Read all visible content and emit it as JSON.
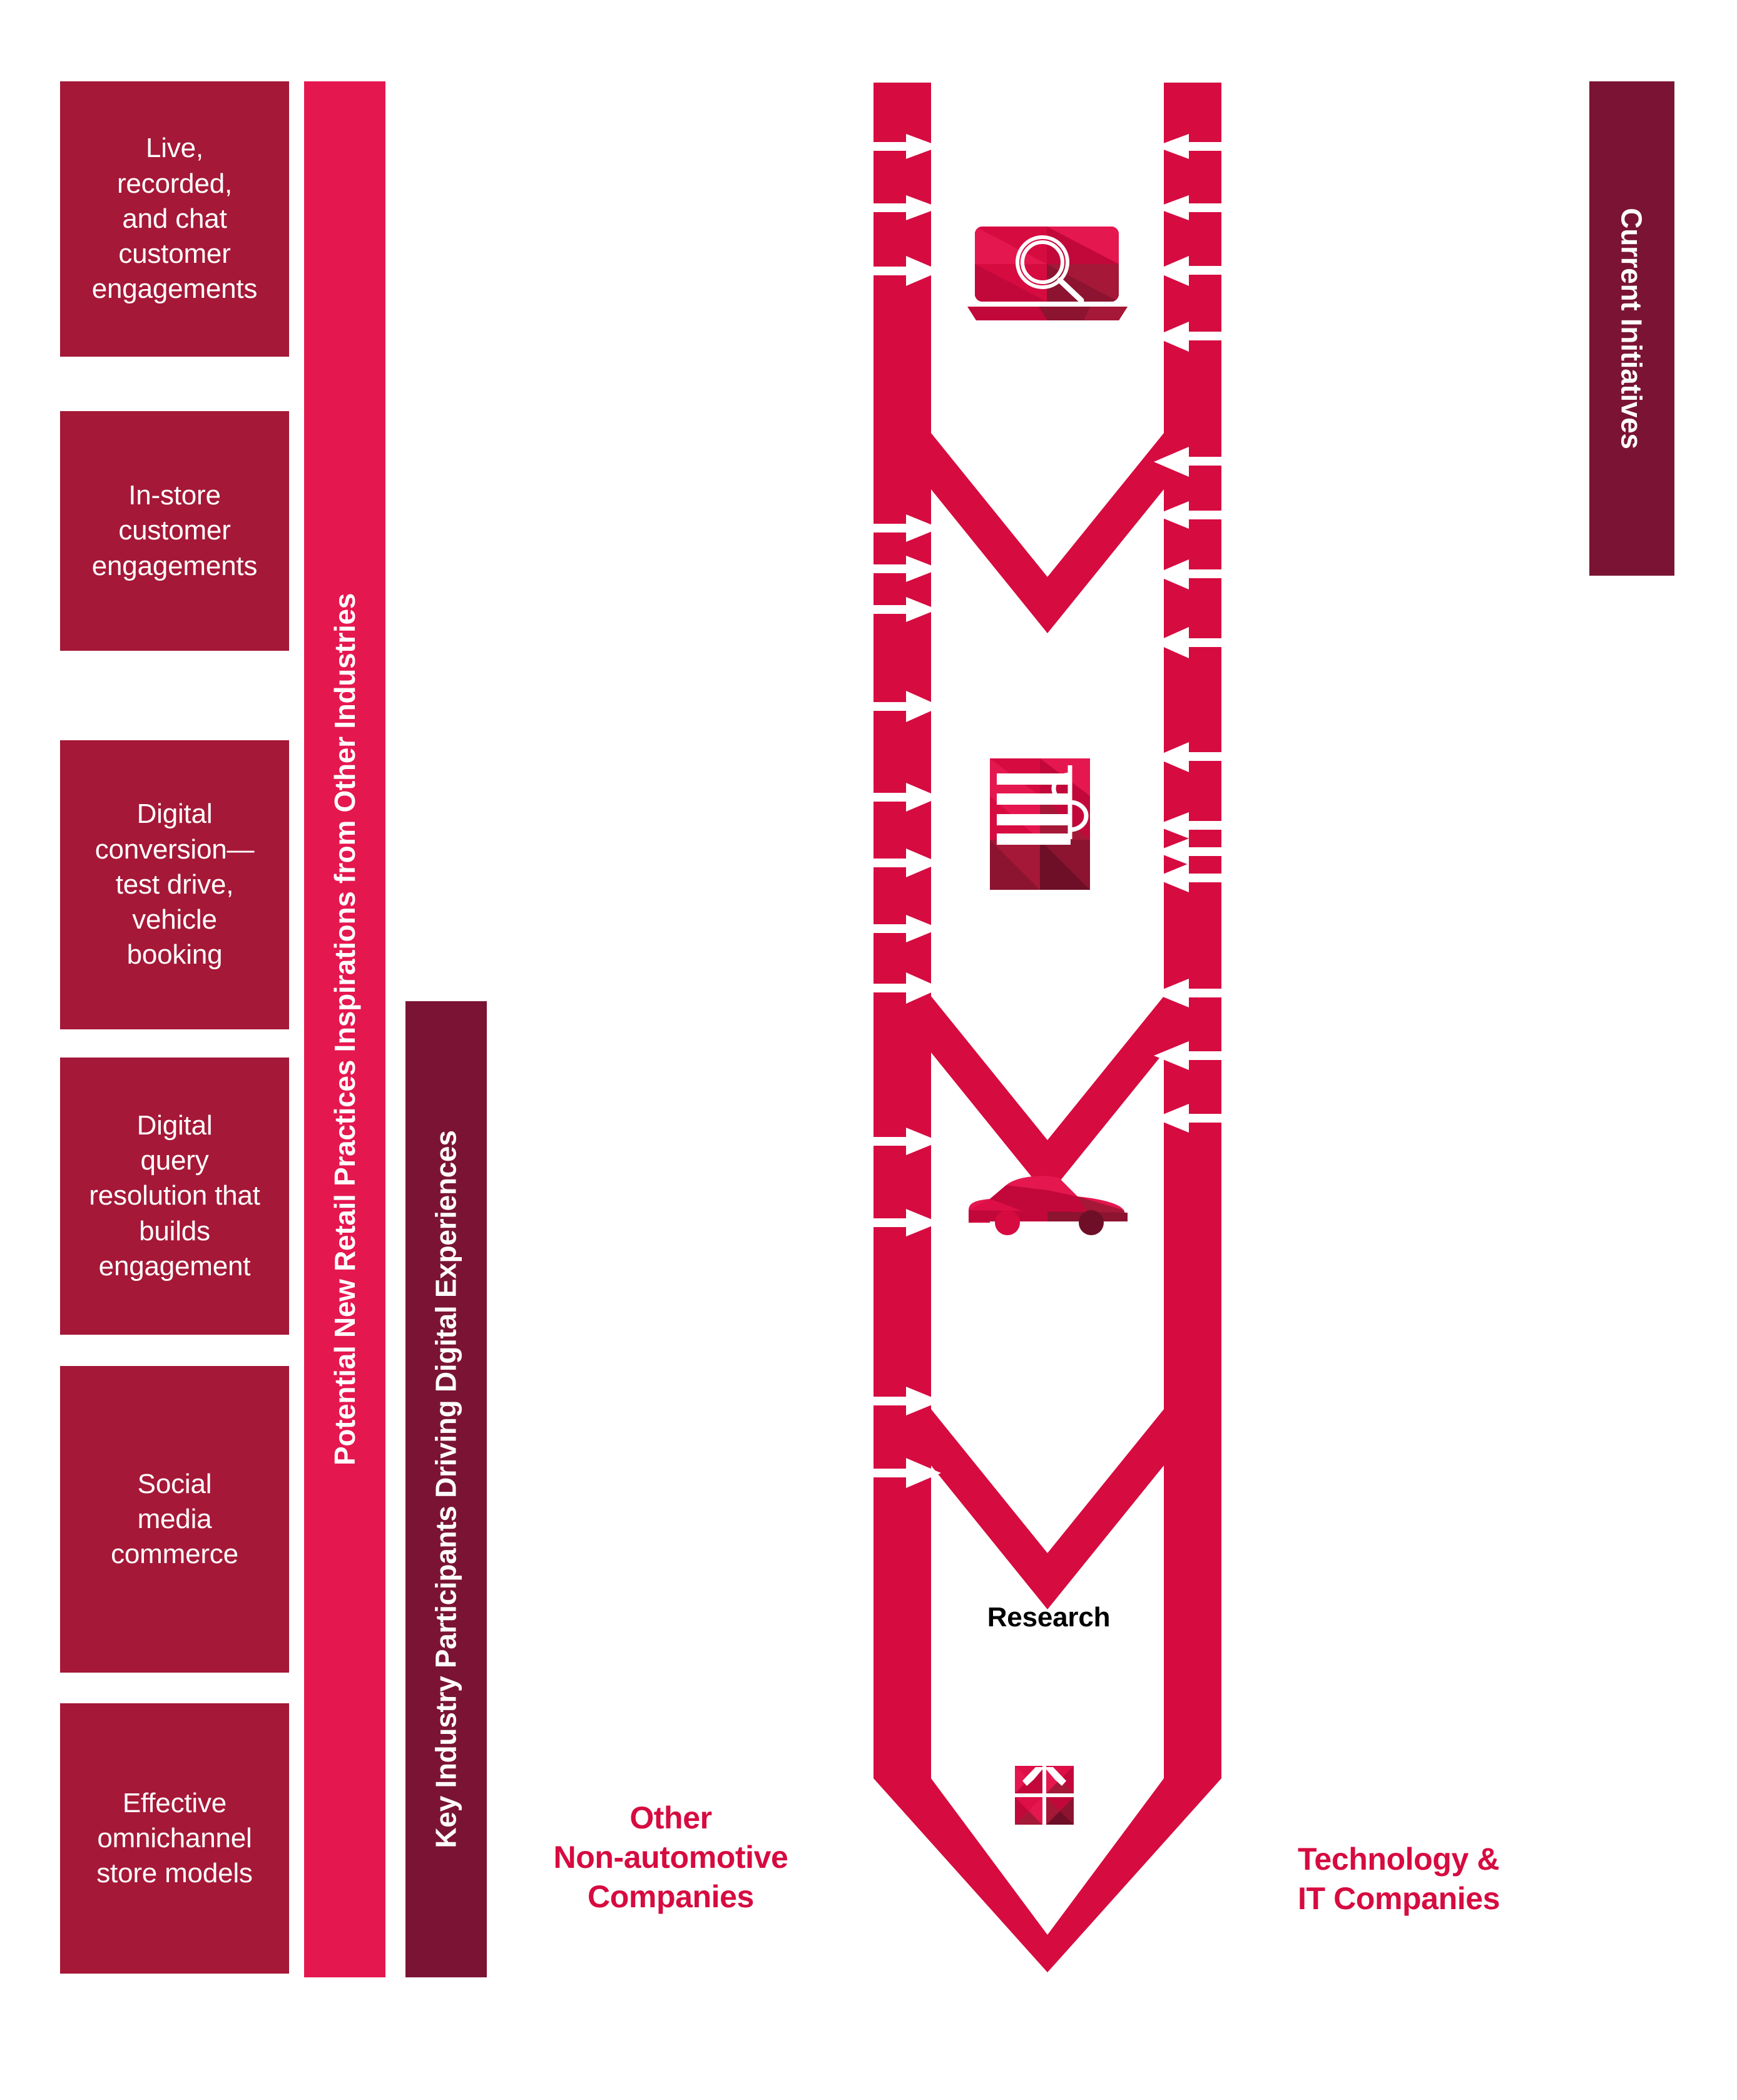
{
  "colors": {
    "box_red": "#A51837",
    "ribbon_pink": "#E5174F",
    "ribbon_maroon": "#7B1434",
    "funnel_red": "#D60B40",
    "caption_red": "#D60B40",
    "white": "#FFFFFF",
    "label_black": "#000000"
  },
  "initiatives": {
    "items": [
      {
        "label": "Live,\nrecorded,\nand chat\ncustomer\nengagements"
      },
      {
        "label": "In-store\ncustomer\nengagements"
      },
      {
        "label": "Digital\nconversion—\ntest drive,\nvehicle\nbooking"
      },
      {
        "label": "Digital\nquery\nresolution that\nbuilds\nengagement"
      },
      {
        "label": "Social\nmedia\ncommerce"
      },
      {
        "label": "Effective\nomnichannel\nstore models"
      }
    ]
  },
  "bars": {
    "inspirations": "Potential New Retail Practices Inspirations from Other Industries",
    "participants": "Key Industry Participants Driving Digital Experiences",
    "current_initiatives": "Current Initiatives"
  },
  "funnel": {
    "stages": [
      {
        "icon": "laptop-search-icon",
        "label": ""
      },
      {
        "icon": "invoice-dollar-icon",
        "label": ""
      },
      {
        "icon": "car-icon",
        "label": ""
      },
      {
        "icon": "gift-box-icon",
        "label": "Research"
      }
    ],
    "research_label": "Research",
    "left_arrow_count": 15,
    "right_arrow_count": 15
  },
  "captions": {
    "left": "Other\nNon-automotive\nCompanies",
    "right": "Technology &\nIT Companies"
  }
}
